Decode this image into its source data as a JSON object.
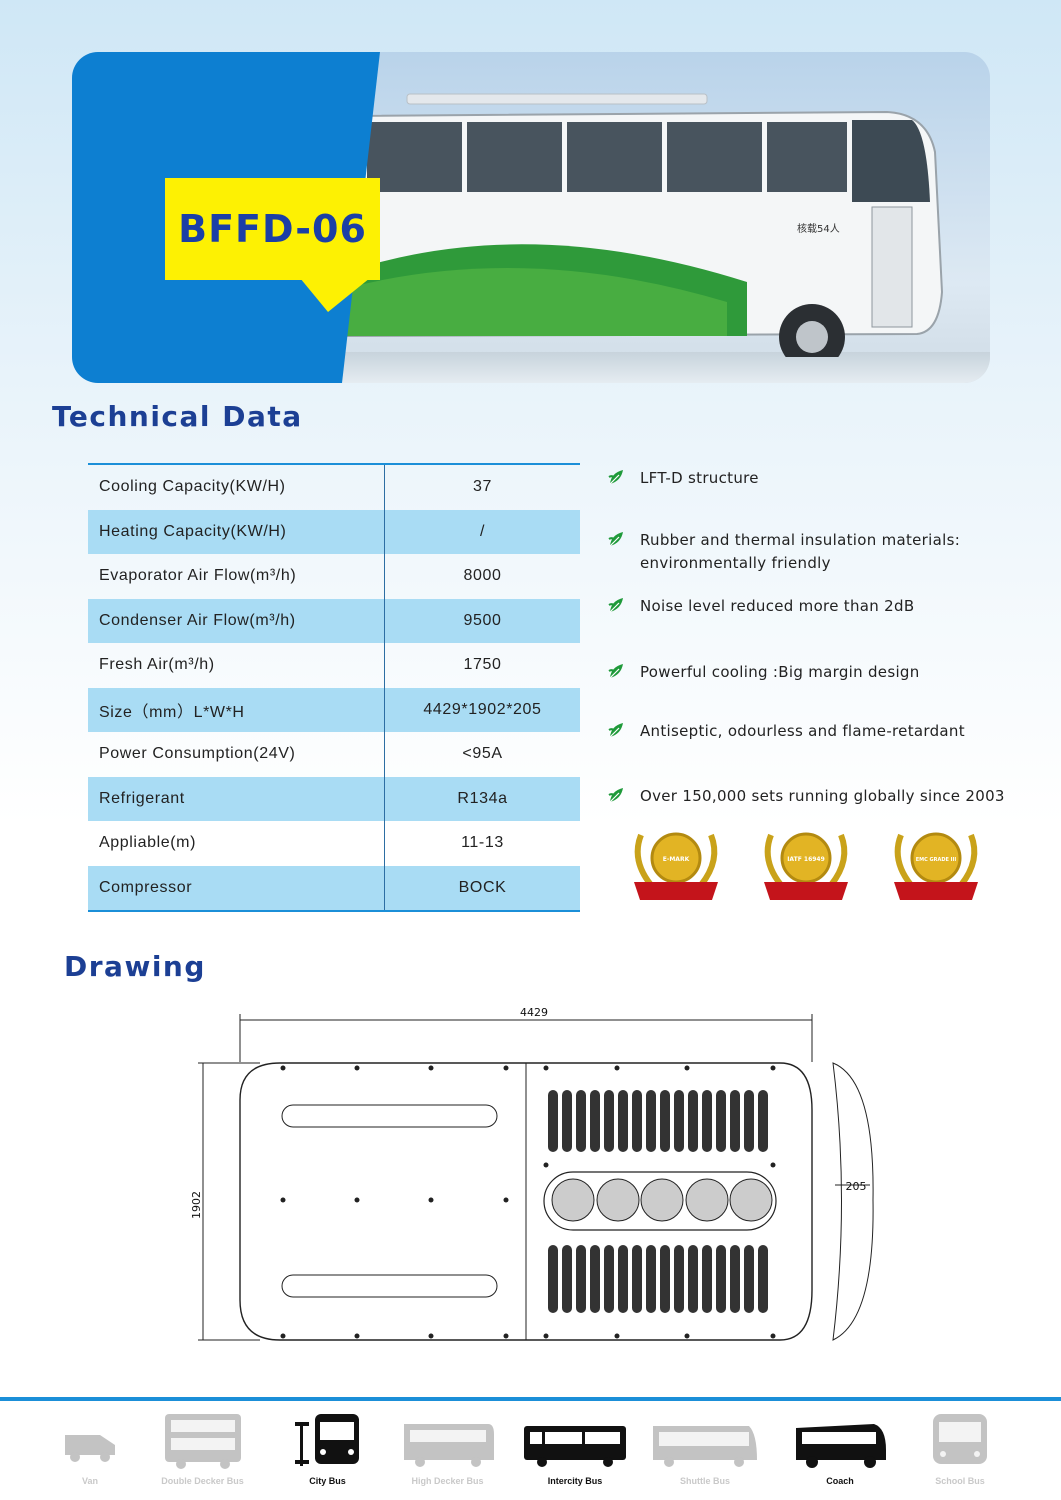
{
  "hero": {
    "model": "BFFD-06",
    "bus_text": "核载54人"
  },
  "sections": {
    "technical_title": "Technical  Data",
    "drawing_title": "Drawing"
  },
  "specs": [
    {
      "label": "Cooling  Capacity(KW/H)",
      "value": "37"
    },
    {
      "label": "Heating  Capacity(KW/H)",
      "value": "/"
    },
    {
      "label": "Evaporator  Air  Flow(m³/h)",
      "value": "8000"
    },
    {
      "label": "Condenser  Air  Flow(m³/h)",
      "value": "9500"
    },
    {
      "label": "Fresh  Air(m³/h)",
      "value": "1750"
    },
    {
      "label": "Size（mm）L*W*H",
      "value": "4429*1902*205"
    },
    {
      "label": "Power Consumption(24V)",
      "value": "<95A"
    },
    {
      "label": "Refrigerant",
      "value": "R134a"
    },
    {
      "label": "Appliable(m)",
      "value": "11-13"
    },
    {
      "label": "Compressor",
      "value": "BOCK"
    }
  ],
  "features": [
    "LFT-D structure",
    "Rubber and thermal insulation materials: environmentally friendly",
    "Noise level reduced more than 2dB",
    "Powerful cooling :Big margin design",
    "Antiseptic, odourless and flame-retardant",
    "Over 150,000 sets running globally since 2003"
  ],
  "medals": [
    {
      "text": "E-MARK"
    },
    {
      "text": "IATF 16949"
    },
    {
      "text": "EMC GRADE III"
    }
  ],
  "drawing": {
    "length": "4429",
    "width": "1902",
    "height": "205"
  },
  "bus_types": [
    {
      "label": "Van",
      "active": false
    },
    {
      "label": "Double Decker Bus",
      "active": false
    },
    {
      "label": "City Bus",
      "active": true
    },
    {
      "label": "High Decker Bus",
      "active": false
    },
    {
      "label": "Intercity Bus",
      "active": true
    },
    {
      "label": "Shuttle Bus",
      "active": false
    },
    {
      "label": "Coach",
      "active": true
    },
    {
      "label": "School Bus",
      "active": false
    }
  ],
  "colors": {
    "brand_blue": "#1b8fd8",
    "title_navy": "#1c3f94",
    "badge_yellow": "#fdf103",
    "table_alt_row": "#a9dcf4",
    "leaf_green": "#1f9a3a"
  }
}
